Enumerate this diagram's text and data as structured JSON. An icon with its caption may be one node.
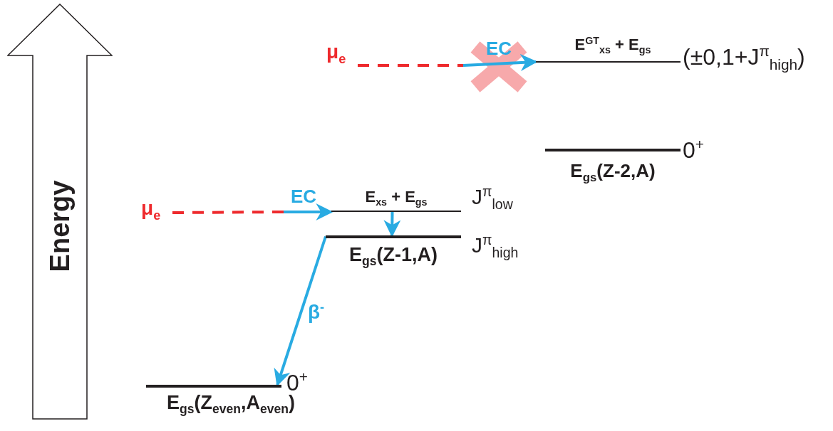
{
  "diagram": {
    "nodes": [
      {
        "text": [
          "Energy"
        ]
      },
      {
        "text": [
          "μ$_{e}$"
        ]
      },
      {
        "text": [
          "EC"
        ]
      },
      {
        "text": [
          "E$^{GT}$$_{xs}$ + E$_{gs}$"
        ],
        "beside": [
          "(±0,1+J$^{π}$$_{high}$)"
        ]
      },
      {
        "text": [
          "E$_{gs}$(Z-2,A)"
        ],
        "beside": [
          "0$^{+}$"
        ]
      },
      {
        "text": [
          "μ$_{e}$"
        ]
      },
      {
        "text": [
          "EC"
        ]
      },
      {
        "text": [
          "E$_{xs}$ + E$_{gs}$"
        ],
        "beside": [
          "J$^{π}$$_{low}$"
        ]
      },
      {
        "text": [
          "E$_{gs}$(Z-1,A)"
        ],
        "beside": [
          "J$^{π}$$_{high}$"
        ]
      },
      {
        "text": [
          "E$_{gs}$(Z$_{even}$,A$_{even}$)"
        ],
        "beside": [
          "0$^{+}$"
        ]
      }
    ],
    "edges": [
      {
        "from": 1,
        "to": 2,
        "arrow": "none",
        "style": "dashed",
        "color": "#ee2a2d"
      },
      {
        "from": 2,
        "to": 3,
        "arrow": "to"
      },
      {
        "from": 5,
        "to": 6,
        "arrow": "none",
        "style": "dashed",
        "color": "#ee2a2d"
      },
      {
        "from": 6,
        "to": 7,
        "arrow": "to"
      },
      {
        "from": 7,
        "to": 8,
        "arrow": "to"
      },
      {
        "from": 8,
        "to": 9,
        "arrow": "to",
        "label": "β$^{-}$"
      }
    ]
  }
}
